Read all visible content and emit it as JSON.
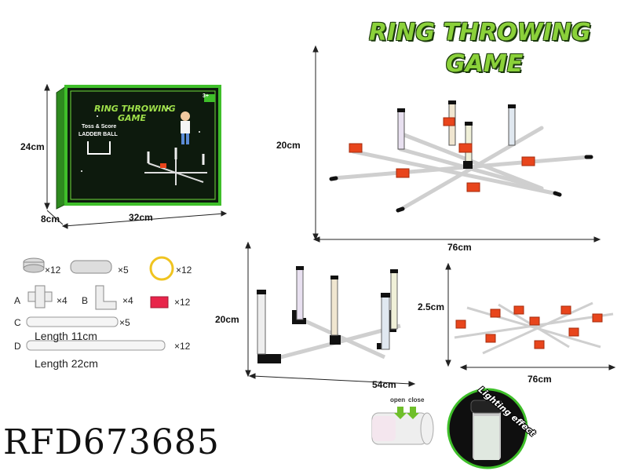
{
  "title": {
    "line1": "RING THROWING",
    "line2": "GAME"
  },
  "box": {
    "title_line1": "RING THROWING",
    "title_line2": "GAME",
    "subtitle_line1": "Toss & Score",
    "subtitle_line2": "LADDER BALL",
    "age_badge": "3+",
    "dim_height": "24cm",
    "dim_depth": "8cm",
    "dim_width": "32cm"
  },
  "parts": [
    {
      "icon": "cap-icon",
      "qty": "×12"
    },
    {
      "icon": "tube-joint-icon",
      "qty": "×5"
    },
    {
      "icon": "ring-icon",
      "qty": "×12"
    },
    {
      "letter": "A",
      "icon": "cross-connector-icon",
      "qty": "×4"
    },
    {
      "letter": "B",
      "icon": "elbow-connector-icon",
      "qty": "×4"
    },
    {
      "icon": "beanbag-icon",
      "qty": "×12"
    },
    {
      "letter": "C",
      "icon": "pipe-short-icon",
      "qty": "×5",
      "length": "Length 11cm"
    },
    {
      "letter": "D",
      "icon": "pipe-long-icon",
      "qty": "×12",
      "length": "Length 22cm"
    }
  ],
  "assembled_large": {
    "height": "20cm",
    "width": "76cm"
  },
  "assembled_small": {
    "height": "20cm",
    "width": "54cm"
  },
  "flat_layout": {
    "height": "2.5cm",
    "width": "76cm"
  },
  "lighting": {
    "open_label": "open",
    "close_label": "close",
    "effect_label": "Lighting effect"
  },
  "code": "RFD673685",
  "colors": {
    "title_green": "#8bd13a",
    "box_green": "#3fbf2a",
    "beanbag_red": "#e8451c",
    "pipe_black": "#111111"
  }
}
